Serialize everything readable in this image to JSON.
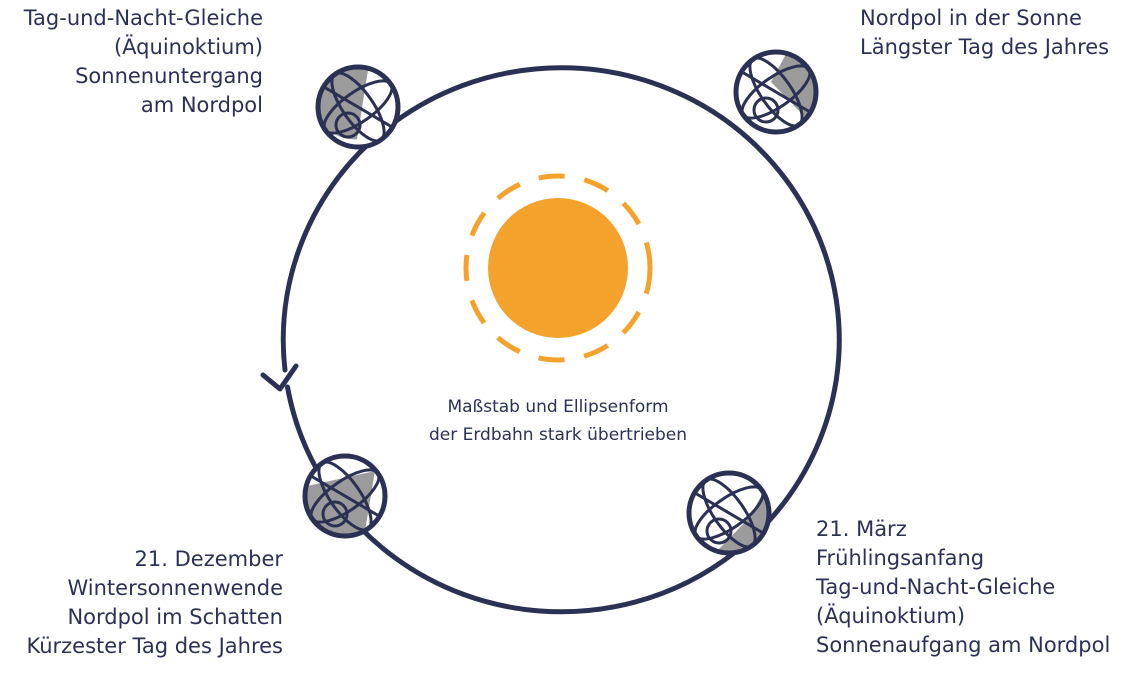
{
  "colors": {
    "orbit": "#2b3155",
    "sun": "#f4a22c",
    "shadow": "#9b9b9b",
    "text": "#2b3155"
  },
  "labels": {
    "top_left": [
      "Tag-und-Nacht-Gleiche",
      "(Äquinoktium)",
      "Sonnenuntergang",
      "am Nordpol"
    ],
    "top_right": [
      "Nordpol in der Sonne",
      "Längster Tag des Jahres"
    ],
    "bottom_left": [
      "21. Dezember",
      "Wintersonnenwende",
      "Nordpol im Schatten",
      "Kürzester Tag des Jahres"
    ],
    "bottom_right": [
      "21. März",
      "Frühlingsanfang",
      "Tag-und-Nacht-Gleiche",
      "(Äquinoktium)",
      "Sonnenaufgang am Nordpol"
    ]
  },
  "note": [
    "Maßstab und Ellipsenform",
    "der Erdbahn stark übertrieben"
  ],
  "icons": {
    "sun": "sun-icon",
    "earth": "globe-icon",
    "direction": "arrow-head-icon"
  }
}
